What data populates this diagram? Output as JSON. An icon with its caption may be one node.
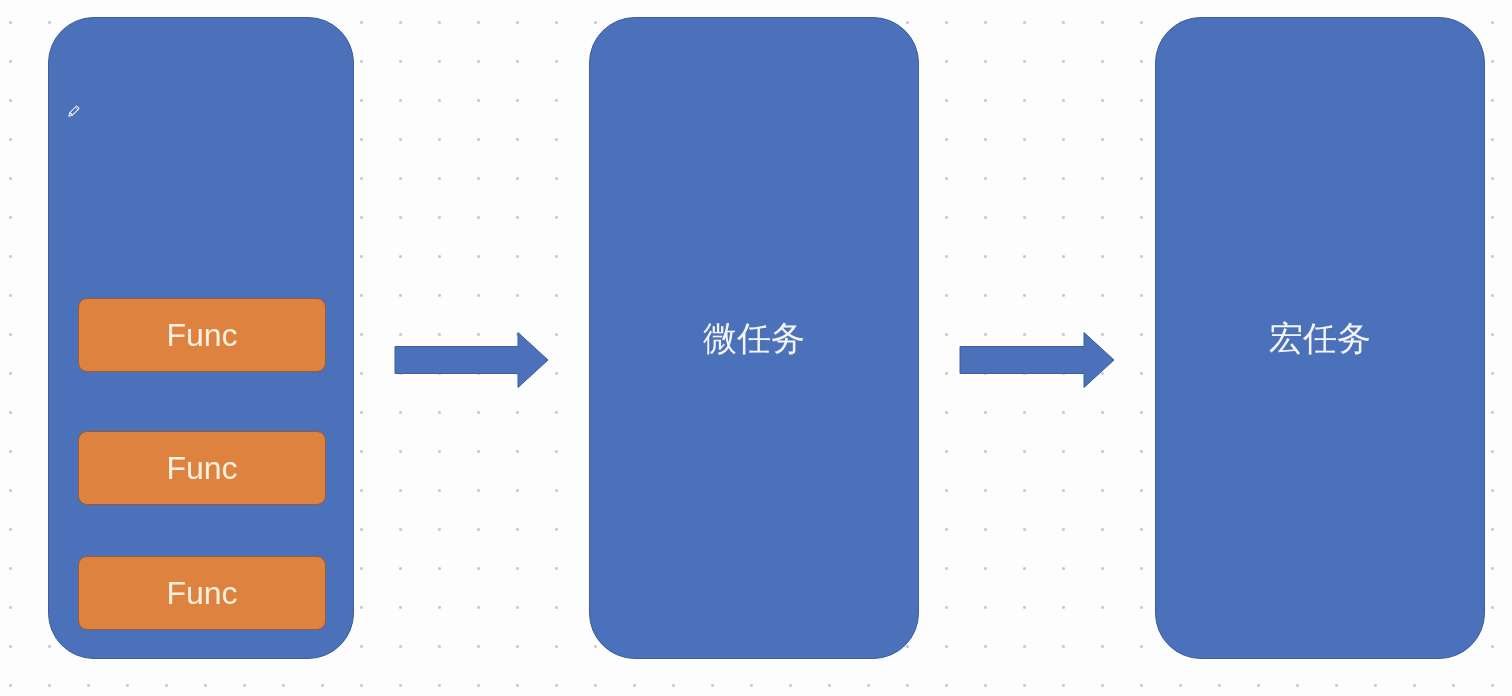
{
  "diagram": {
    "nodes": [
      {
        "text": [],
        "shape": "box"
      },
      {
        "text": [
          "Func"
        ],
        "in": 0
      },
      {
        "text": [
          "Func"
        ],
        "in": 0
      },
      {
        "text": [
          "Func"
        ],
        "in": 0
      },
      {
        "text": [
          "微任务"
        ]
      },
      {
        "text": [
          "宏任务"
        ]
      }
    ],
    "edges": [
      {
        "from": 0,
        "to": 4,
        "arrow": "to"
      },
      {
        "from": 4,
        "to": 5,
        "arrow": "to"
      }
    ]
  }
}
